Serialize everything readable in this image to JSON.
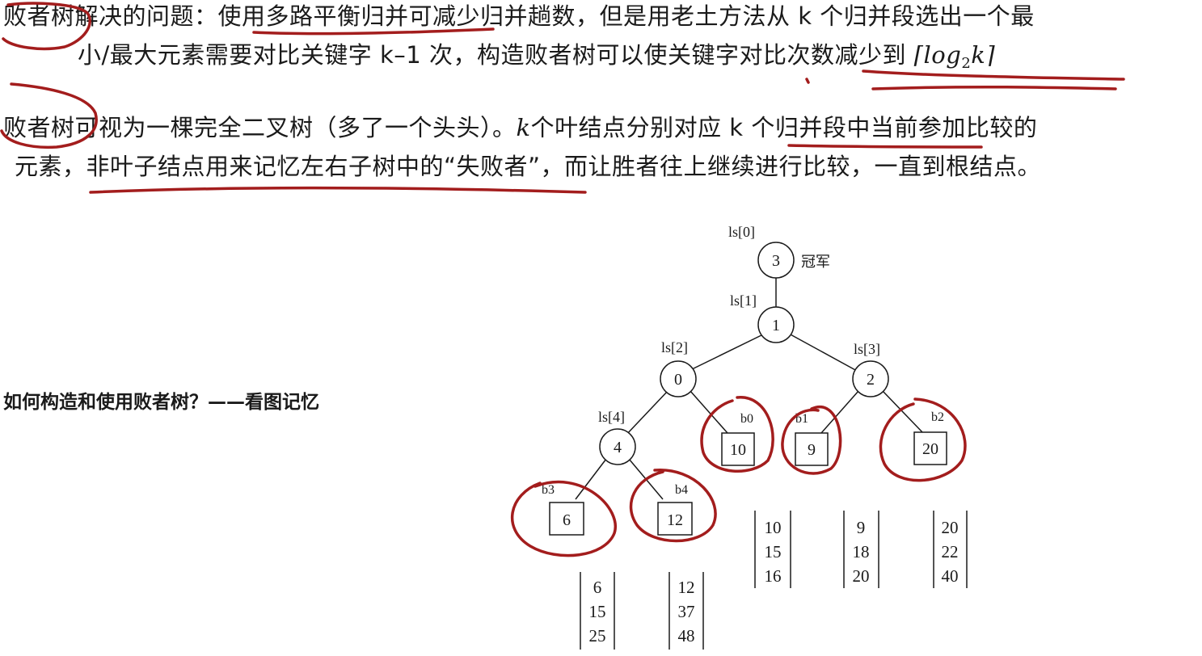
{
  "text": {
    "line1_a": "败者树解决的问题：使用多路平衡归并可减少归并趟数，但是用老土方法从 k 个归并段选出一个最",
    "line2_a": "小/最大元素需要对比关键字 k–1 次，构造败者树可以使关键字对比次数减少到 ",
    "line2_math_open": "⌈",
    "line2_math_log": "log",
    "line2_math_sub": "2",
    "line2_math_k": "k",
    "line2_math_close": "⌉",
    "line3_a": "败者树可视为一棵完全二叉树（多了一个头头）。",
    "line3_k": "k",
    "line3_b": "个叶结点分别对应 k 个归并段中当前参加比较的",
    "line4": "元素，非叶子结点用来记忆左右子树中的“失败者”，而让胜者往上继续进行比较，一直到根结点。",
    "question": "如何构造和使用败者树？——看图记忆"
  },
  "tree": {
    "champion_label": "冠军",
    "nodes": {
      "ls0": {
        "label": "ls[0]",
        "value": "3"
      },
      "ls1": {
        "label": "ls[1]",
        "value": "1"
      },
      "ls2": {
        "label": "ls[2]",
        "value": "0"
      },
      "ls3": {
        "label": "ls[3]",
        "value": "2"
      },
      "ls4": {
        "label": "ls[4]",
        "value": "4"
      }
    },
    "leaves": {
      "b0": {
        "label": "b0",
        "value": "10"
      },
      "b1": {
        "label": "b1",
        "value": "9"
      },
      "b2": {
        "label": "b2",
        "value": "20"
      },
      "b3": {
        "label": "b3",
        "value": "6"
      },
      "b4": {
        "label": "b4",
        "value": "12"
      }
    },
    "runs": {
      "b0": [
        "10",
        "15",
        "16"
      ],
      "b1": [
        "9",
        "18",
        "20"
      ],
      "b2": [
        "20",
        "22",
        "40"
      ],
      "b3": [
        "6",
        "15",
        "25"
      ],
      "b4": [
        "12",
        "37",
        "48"
      ]
    }
  },
  "colors": {
    "ink": "#1a1a1a",
    "annotation_red": "#a31d1d"
  }
}
